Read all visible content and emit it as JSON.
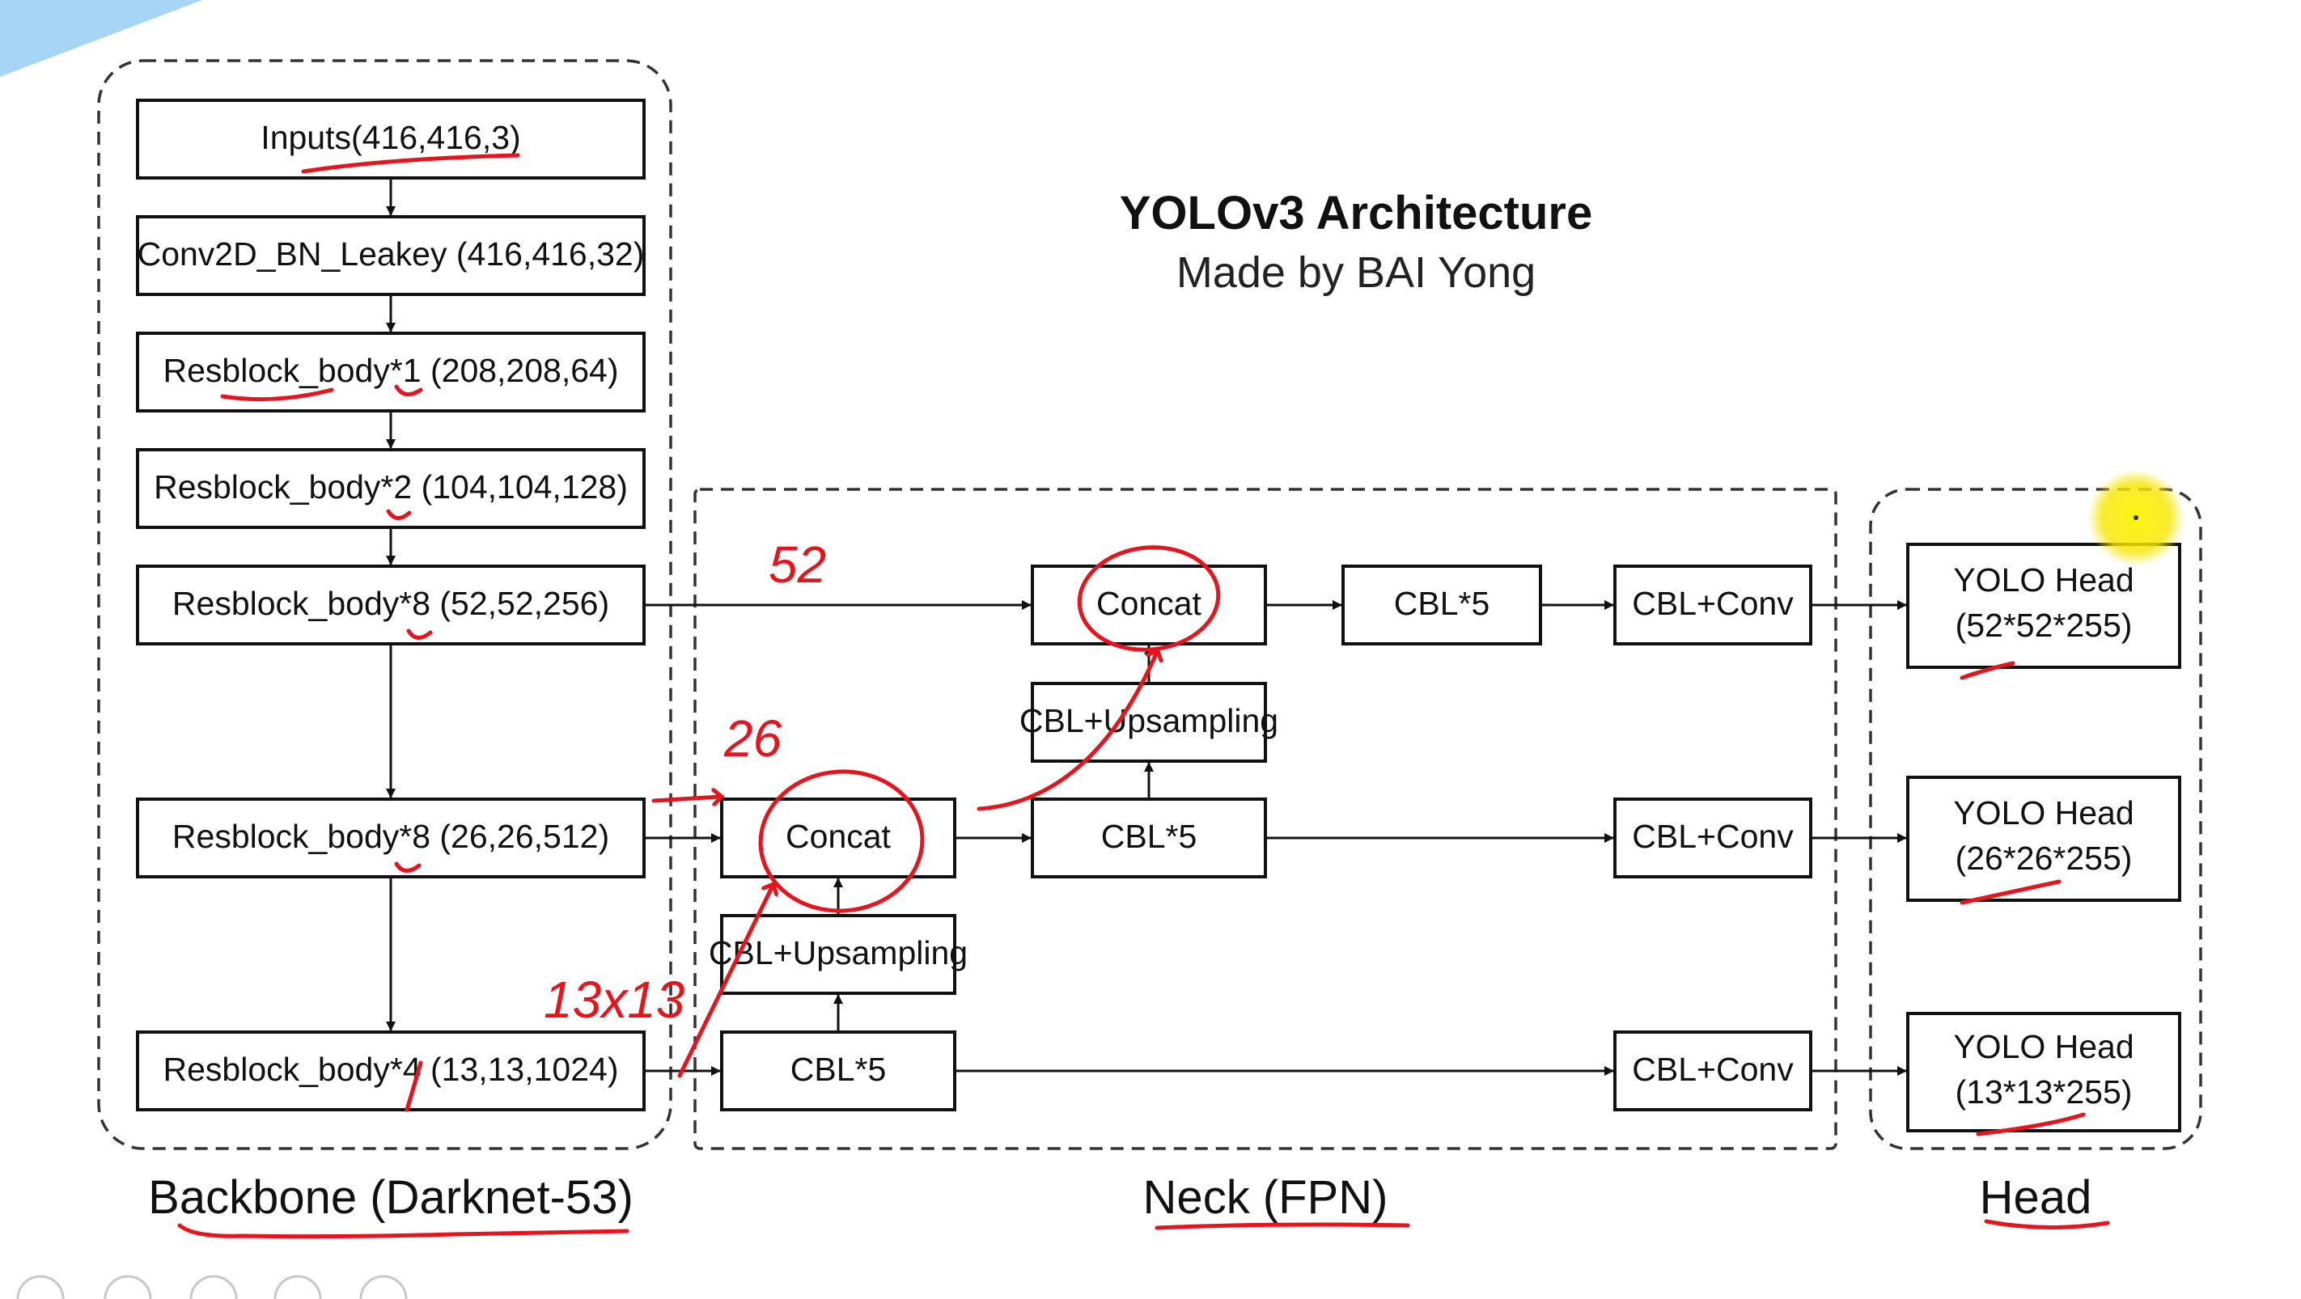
{
  "title": "YOLOv3 Architecture",
  "subtitle": "Made by BAI Yong",
  "sections": {
    "backbone": "Backbone (Darknet-53)",
    "neck": "Neck (FPN)",
    "head": "Head"
  },
  "backbone": {
    "inputs": "Inputs(416,416,3)",
    "conv": "Conv2D_BN_Leakey (416,416,32)",
    "res1": "Resblock_body*1 (208,208,64)",
    "res2": "Resblock_body*2 (104,104,128)",
    "res8a": "Resblock_body*8 (52,52,256)",
    "res8b": "Resblock_body*8 (26,26,512)",
    "res4": "Resblock_body*4 (13,13,1024)"
  },
  "neck": {
    "concat_top": "Concat",
    "cbl5_top": "CBL*5",
    "upsample_top": "CBL+Upsampling",
    "cbl5_mid": "CBL*5",
    "concat_mid": "Concat",
    "upsample_mid": "CBL+Upsampling",
    "cbl5_bottom": "CBL*5",
    "cblconv_top": "CBL+Conv",
    "cblconv_mid": "CBL+Conv",
    "cblconv_bottom": "CBL+Conv"
  },
  "head": {
    "yolo_top": {
      "title": "YOLO Head",
      "shape": "(52*52*255)"
    },
    "yolo_mid": {
      "title": "YOLO Head",
      "shape": "(26*26*255)"
    },
    "yolo_bottom": {
      "title": "YOLO Head",
      "shape": "(13*13*255)"
    }
  },
  "annotations": {
    "ink_color": "#e8131b",
    "note_52": "52",
    "note_26": "26",
    "note_13": "13x13"
  },
  "colors": {
    "highlight": "#f6e600",
    "corner_accent": "#5fb2ec"
  }
}
